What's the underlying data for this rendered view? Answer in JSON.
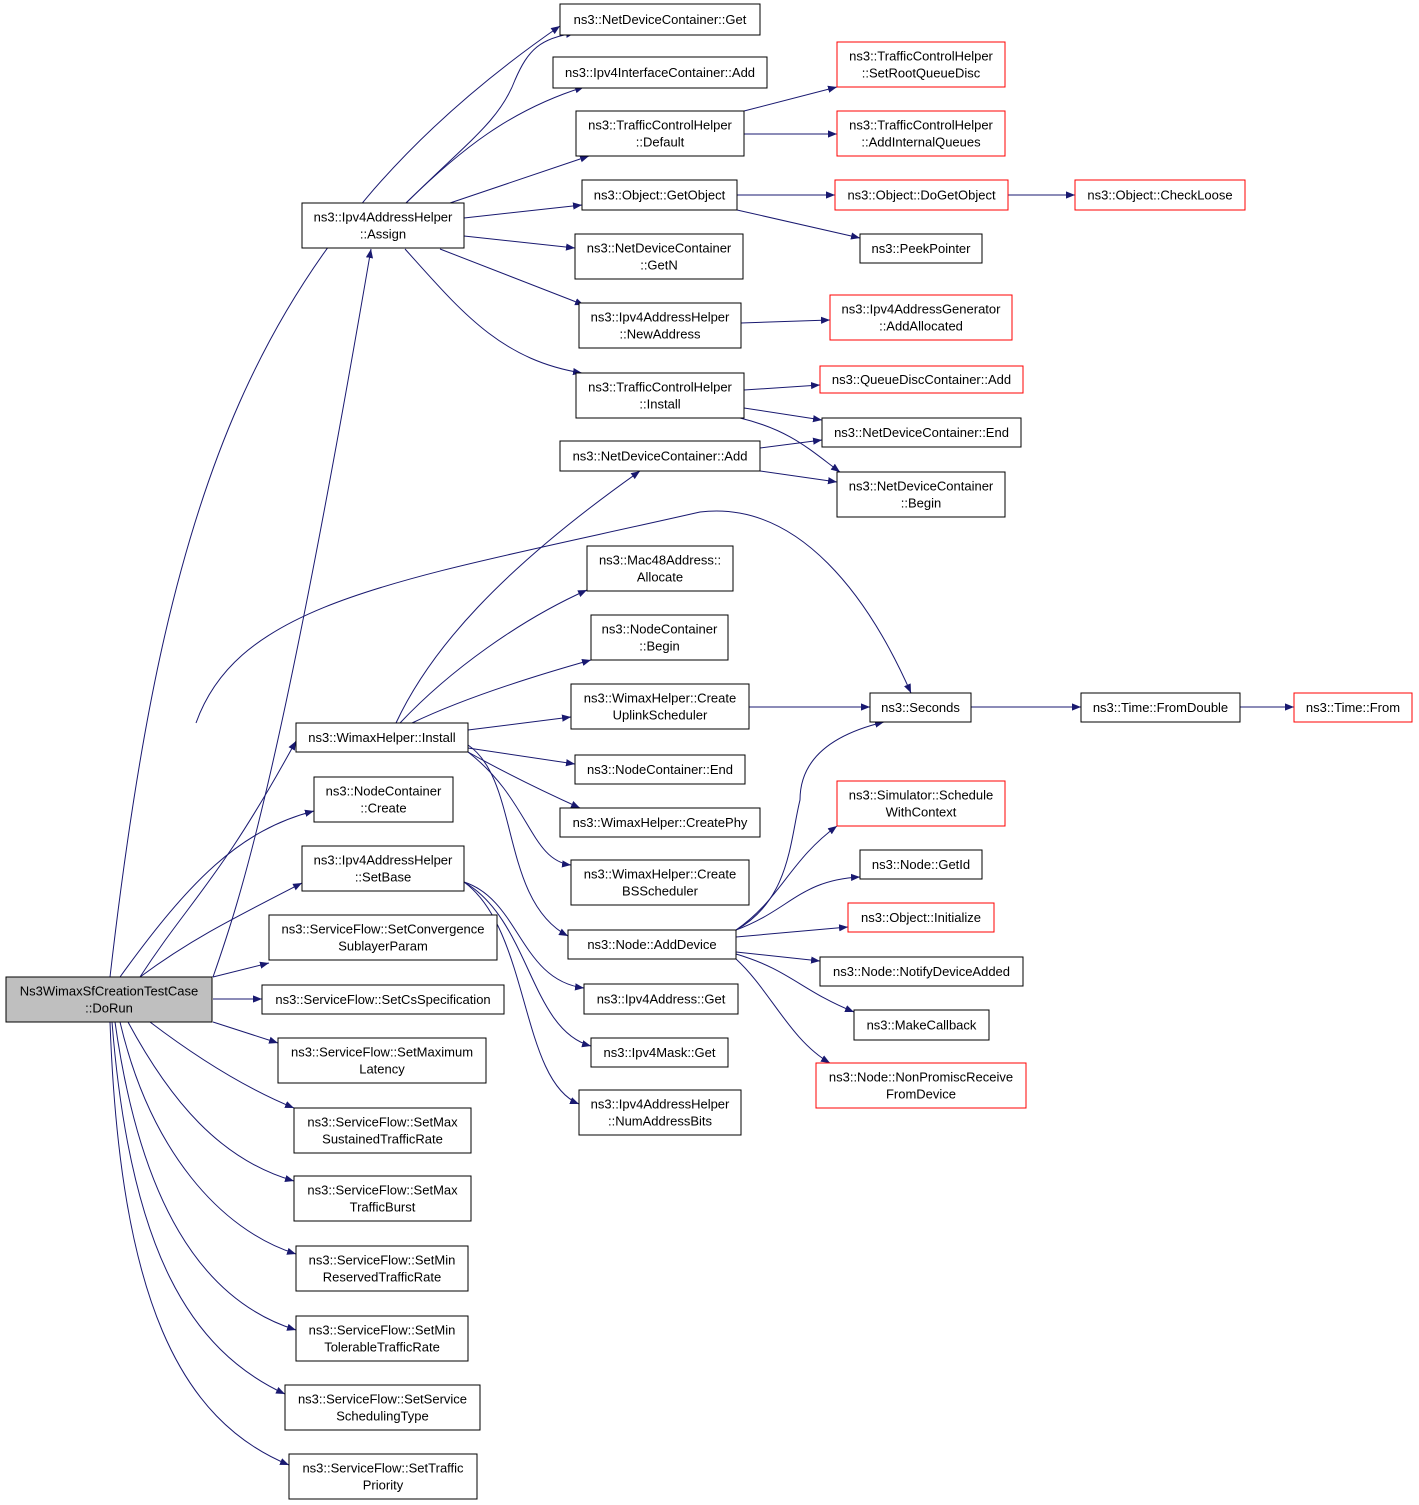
{
  "colors": {
    "edge": "#191970",
    "normal_border": "#000000",
    "truncated_border": "#ff0000",
    "root_fill": "#bfbfbf",
    "node_fill": "#ffffff"
  },
  "nodes": {
    "root": {
      "lines": [
        "Ns3WimaxSfCreationTestCase",
        "::DoRun"
      ],
      "kind": "root"
    },
    "ndc_get": {
      "lines": [
        "ns3::NetDeviceContainer::Get"
      ],
      "kind": "normal"
    },
    "ipv4ic_add": {
      "lines": [
        "ns3::Ipv4InterfaceContainer::Add"
      ],
      "kind": "normal"
    },
    "tch_default": {
      "lines": [
        "ns3::TrafficControlHelper",
        "::Default"
      ],
      "kind": "normal"
    },
    "tch_setroot": {
      "lines": [
        "ns3::TrafficControlHelper",
        "::SetRootQueueDisc"
      ],
      "kind": "truncated"
    },
    "tch_addinternal": {
      "lines": [
        "ns3::TrafficControlHelper",
        "::AddInternalQueues"
      ],
      "kind": "truncated"
    },
    "obj_getobject": {
      "lines": [
        "ns3::Object::GetObject"
      ],
      "kind": "normal"
    },
    "obj_dogetobject": {
      "lines": [
        "ns3::Object::DoGetObject"
      ],
      "kind": "truncated"
    },
    "obj_checkloose": {
      "lines": [
        "ns3::Object::CheckLoose"
      ],
      "kind": "truncated"
    },
    "peekpointer": {
      "lines": [
        "ns3::PeekPointer"
      ],
      "kind": "normal"
    },
    "ipv4ah_assign": {
      "lines": [
        "ns3::Ipv4AddressHelper",
        "::Assign"
      ],
      "kind": "normal"
    },
    "ndc_getn": {
      "lines": [
        "ns3::NetDeviceContainer",
        "::GetN"
      ],
      "kind": "normal"
    },
    "ipv4ah_newaddr": {
      "lines": [
        "ns3::Ipv4AddressHelper",
        "::NewAddress"
      ],
      "kind": "normal"
    },
    "ipv4ag_addalloc": {
      "lines": [
        "ns3::Ipv4AddressGenerator",
        "::AddAllocated"
      ],
      "kind": "truncated"
    },
    "tch_install": {
      "lines": [
        "ns3::TrafficControlHelper",
        "::Install"
      ],
      "kind": "normal"
    },
    "qdc_add": {
      "lines": [
        "ns3::QueueDiscContainer::Add"
      ],
      "kind": "truncated"
    },
    "ndc_end": {
      "lines": [
        "ns3::NetDeviceContainer::End"
      ],
      "kind": "normal"
    },
    "ndc_add": {
      "lines": [
        "ns3::NetDeviceContainer::Add"
      ],
      "kind": "normal"
    },
    "ndc_begin": {
      "lines": [
        "ns3::NetDeviceContainer",
        "::Begin"
      ],
      "kind": "normal"
    },
    "mac48_alloc": {
      "lines": [
        "ns3::Mac48Address::",
        "Allocate"
      ],
      "kind": "normal"
    },
    "nc_begin": {
      "lines": [
        "ns3::NodeContainer",
        "::Begin"
      ],
      "kind": "normal"
    },
    "wh_createuplink": {
      "lines": [
        "ns3::WimaxHelper::Create",
        "UplinkScheduler"
      ],
      "kind": "normal"
    },
    "seconds": {
      "lines": [
        "ns3::Seconds"
      ],
      "kind": "normal"
    },
    "time_fromdouble": {
      "lines": [
        "ns3::Time::FromDouble"
      ],
      "kind": "normal"
    },
    "time_from": {
      "lines": [
        "ns3::Time::From"
      ],
      "kind": "truncated"
    },
    "wh_install": {
      "lines": [
        "ns3::WimaxHelper::Install"
      ],
      "kind": "normal"
    },
    "nc_end": {
      "lines": [
        "ns3::NodeContainer::End"
      ],
      "kind": "normal"
    },
    "nc_create": {
      "lines": [
        "ns3::NodeContainer",
        "::Create"
      ],
      "kind": "normal"
    },
    "wh_createphy": {
      "lines": [
        "ns3::WimaxHelper::CreatePhy"
      ],
      "kind": "normal"
    },
    "sim_schedule": {
      "lines": [
        "ns3::Simulator::Schedule",
        "WithContext"
      ],
      "kind": "truncated"
    },
    "node_getid": {
      "lines": [
        "ns3::Node::GetId"
      ],
      "kind": "normal"
    },
    "ipv4ah_setbase": {
      "lines": [
        "ns3::Ipv4AddressHelper",
        "::SetBase"
      ],
      "kind": "normal"
    },
    "wh_createbs": {
      "lines": [
        "ns3::WimaxHelper::Create",
        "BSScheduler"
      ],
      "kind": "normal"
    },
    "obj_initialize": {
      "lines": [
        "ns3::Object::Initialize"
      ],
      "kind": "truncated"
    },
    "sf_setconv": {
      "lines": [
        "ns3::ServiceFlow::SetConvergence",
        "SublayerParam"
      ],
      "kind": "normal"
    },
    "node_adddevice": {
      "lines": [
        "ns3::Node::AddDevice"
      ],
      "kind": "normal"
    },
    "node_notify": {
      "lines": [
        "ns3::Node::NotifyDeviceAdded"
      ],
      "kind": "normal"
    },
    "sf_setcs": {
      "lines": [
        "ns3::ServiceFlow::SetCsSpecification"
      ],
      "kind": "normal"
    },
    "ipv4addr_get": {
      "lines": [
        "ns3::Ipv4Address::Get"
      ],
      "kind": "normal"
    },
    "makecallback": {
      "lines": [
        "ns3::MakeCallback"
      ],
      "kind": "normal"
    },
    "sf_setmaxlat": {
      "lines": [
        "ns3::ServiceFlow::SetMaximum",
        "Latency"
      ],
      "kind": "normal"
    },
    "ipv4mask_get": {
      "lines": [
        "ns3::Ipv4Mask::Get"
      ],
      "kind": "normal"
    },
    "node_nonpromisc": {
      "lines": [
        "ns3::Node::NonPromiscReceive",
        "FromDevice"
      ],
      "kind": "truncated"
    },
    "ipv4ah_numaddr": {
      "lines": [
        "ns3::Ipv4AddressHelper",
        "::NumAddressBits"
      ],
      "kind": "normal"
    },
    "sf_setmaxsus": {
      "lines": [
        "ns3::ServiceFlow::SetMax",
        "SustainedTrafficRate"
      ],
      "kind": "normal"
    },
    "sf_setmaxburst": {
      "lines": [
        "ns3::ServiceFlow::SetMax",
        "TrafficBurst"
      ],
      "kind": "normal"
    },
    "sf_setminres": {
      "lines": [
        "ns3::ServiceFlow::SetMin",
        "ReservedTrafficRate"
      ],
      "kind": "normal"
    },
    "sf_setmintol": {
      "lines": [
        "ns3::ServiceFlow::SetMin",
        "TolerableTrafficRate"
      ],
      "kind": "normal"
    },
    "sf_setservice": {
      "lines": [
        "ns3::ServiceFlow::SetService",
        "SchedulingType"
      ],
      "kind": "normal"
    },
    "sf_settraffic": {
      "lines": [
        "ns3::ServiceFlow::SetTraffic",
        "Priority"
      ],
      "kind": "normal"
    }
  }
}
